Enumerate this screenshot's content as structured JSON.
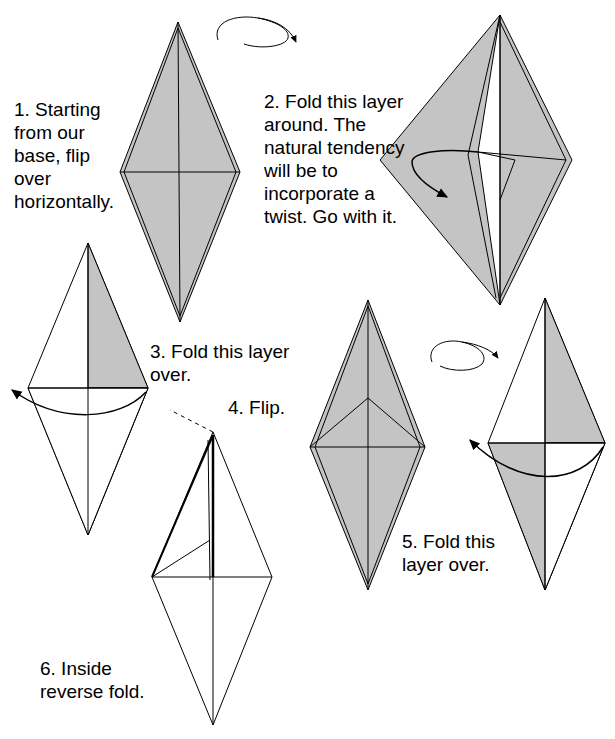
{
  "diagram": {
    "labels": [
      "1. Starting from our base, flip over horizontally.",
      "2. Fold this layer around. The natural tendency will be to incorporate a twist. Go with it.",
      "3. Fold this layer over.",
      "4. Flip.",
      "5. Fold this layer over.",
      "6. Inside reverse fold."
    ]
  }
}
